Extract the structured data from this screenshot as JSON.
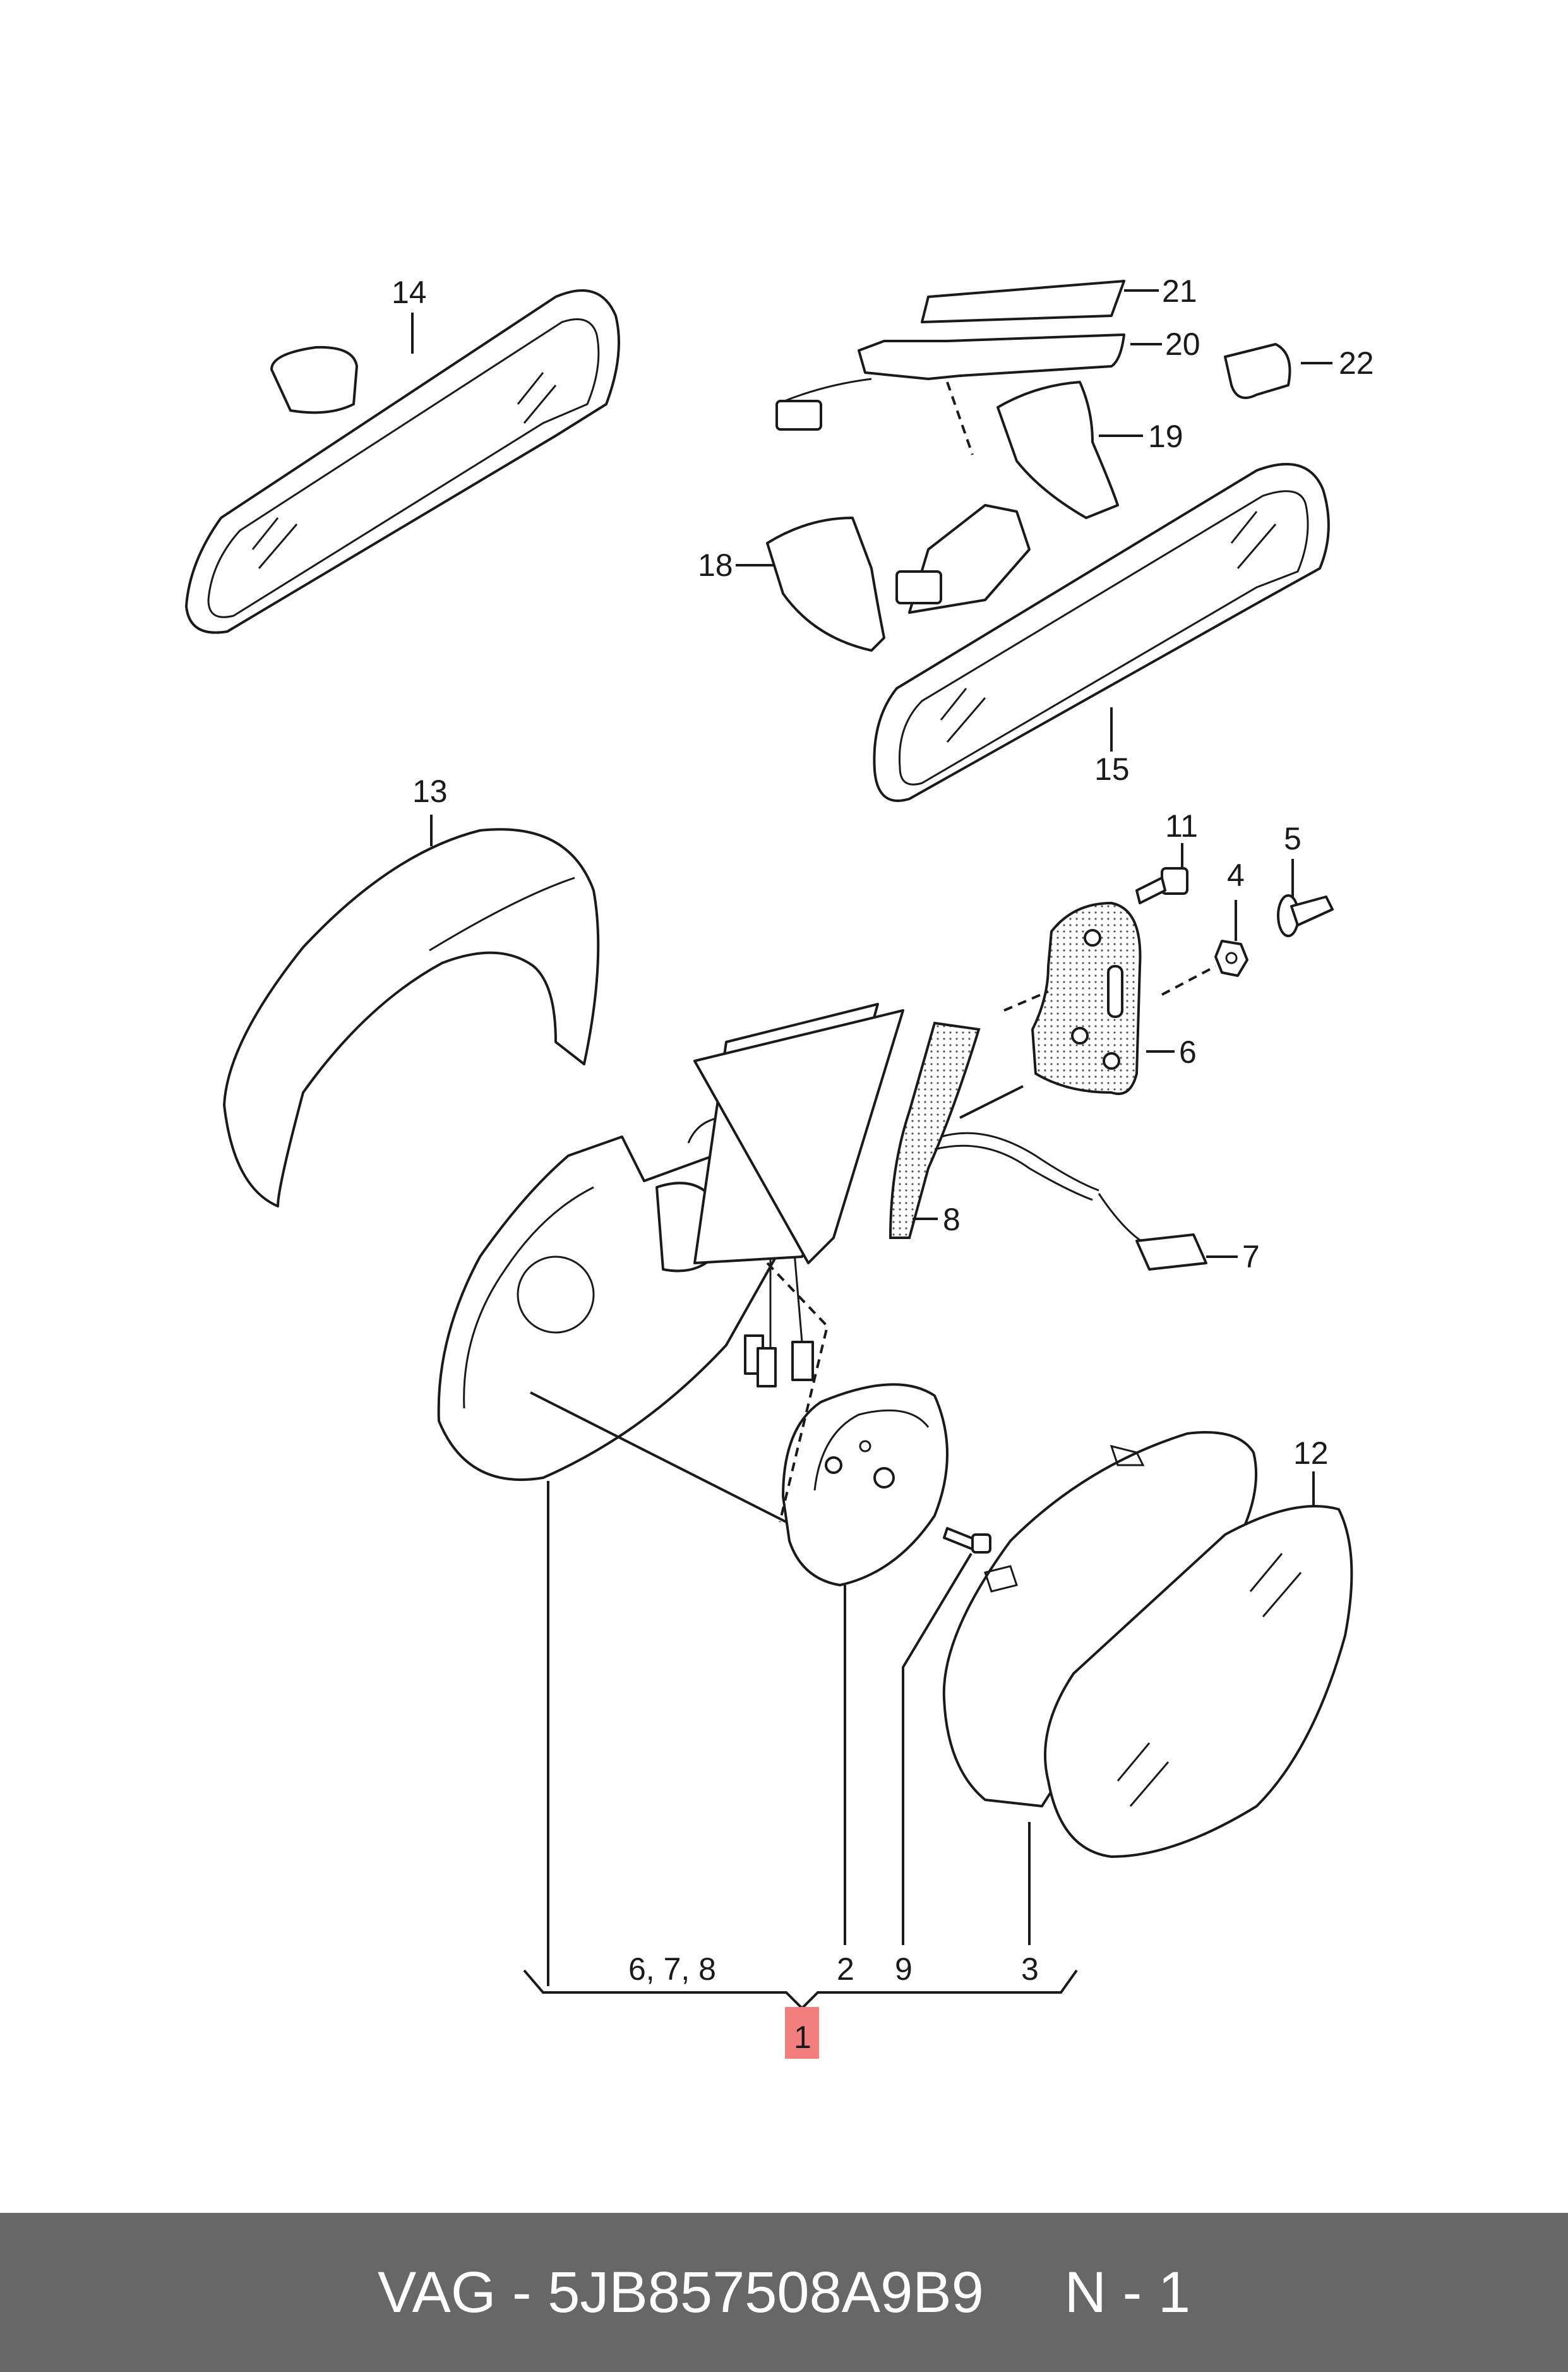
{
  "footer": {
    "brand": "VAG",
    "separator1": " - ",
    "part_number": "5JB857508A9B9",
    "gap": "     ",
    "note": "N - 1"
  },
  "callouts": {
    "c14": "14",
    "c21": "21",
    "c20": "20",
    "c22": "22",
    "c19": "19",
    "c18": "18",
    "c15": "15",
    "c13": "13",
    "c11": "11",
    "c4": "4",
    "c5": "5",
    "c6": "6",
    "c8": "8",
    "c7": "7",
    "c12": "12",
    "group_label": "6, 7, 8",
    "c2": "2",
    "c9": "9",
    "c3": "3",
    "main_item": "1"
  },
  "colors": {
    "line": "#1a1a1a",
    "highlight": "#f27e7e",
    "footer_bg": "#676767",
    "footer_text": "#ffffff"
  }
}
